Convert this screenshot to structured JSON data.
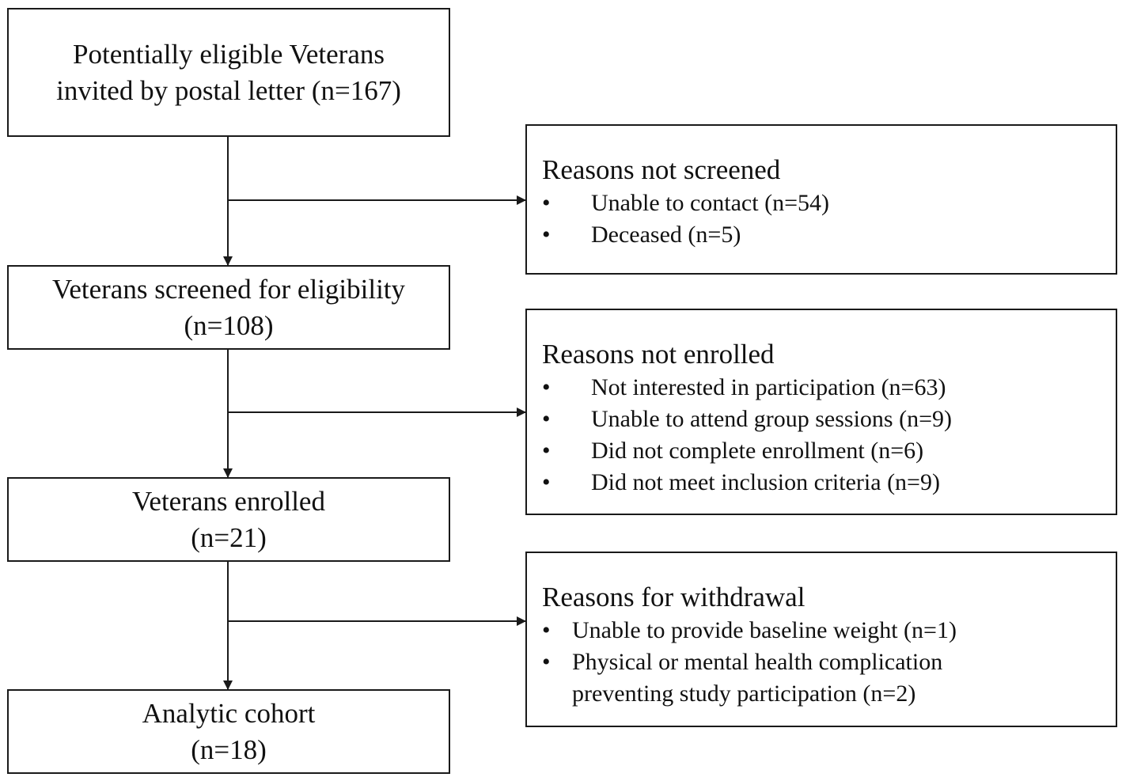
{
  "flow": {
    "invited": {
      "line1": "Potentially eligible Veterans",
      "line2": "invited by postal letter (n=167)"
    },
    "screened": {
      "line1": "Veterans screened for eligibility",
      "line2": "(n=108)"
    },
    "enrolled": {
      "line1": "Veterans enrolled",
      "line2": "(n=21)"
    },
    "analytic": {
      "line1": "Analytic cohort",
      "line2": "(n=18)"
    }
  },
  "exclusions": {
    "not_screened": {
      "title": "Reasons not screened",
      "items": [
        "Unable to contact (n=54)",
        "Deceased (n=5)"
      ]
    },
    "not_enrolled": {
      "title": "Reasons not enrolled",
      "items": [
        "Not interested in participation (n=63)",
        "Unable to attend group sessions (n=9)",
        "Did not complete enrollment (n=6)",
        "Did not meet inclusion criteria (n=9)"
      ]
    },
    "withdrawal": {
      "title": "Reasons for withdrawal",
      "items": [
        "Unable to provide baseline weight (n=1)",
        {
          "line1": "Physical or mental health complication",
          "line2": "preventing study participation (n=2)"
        }
      ]
    }
  },
  "bullet_symbol": "•",
  "colors": {
    "stroke": "#1a1a1a",
    "text": "#111111",
    "background": "#ffffff"
  }
}
